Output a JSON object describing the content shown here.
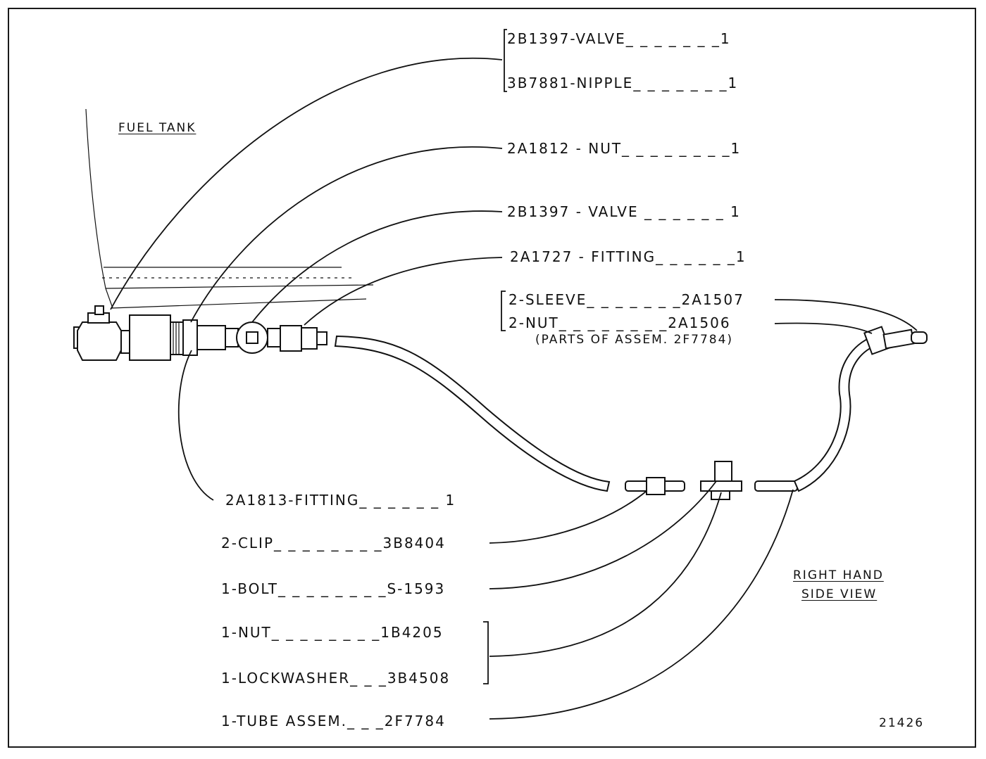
{
  "diagram": {
    "fuel_tank_label": "FUEL TANK",
    "view_label_line1": "RIGHT HAND",
    "view_label_line2": "SIDE VIEW",
    "figure_number": "21426",
    "callouts": {
      "valve_top": "2B1397-VALVE_ _ _ _ _ _ _1",
      "nipple": "3B7881-NIPPLE_ _ _ _ _ _ _1",
      "nut": "2A1812 - NUT_ _ _ _ _ _ _ _1",
      "valve_mid": "2B1397 - VALVE _ _ _ _ _ _ 1",
      "fitting_top": "2A1727 - FITTING_ _ _ _ _ _1",
      "sleeve": "2-SLEEVE_ _ _ _ _ _ _2A1507",
      "nut_2": "2-NUT_ _ _ _ _ _ _ _2A1506",
      "parts_of": "(PARTS OF ASSEM. 2F7784)",
      "fitting_low": "2A1813-FITTING_ _ _ _ _ _ 1",
      "clip": "2-CLIP_ _ _ _ _ _ _ _3B8404",
      "bolt": "1-BOLT_ _ _ _ _ _ _ _S-1593",
      "nut_1": "1-NUT_ _ _ _ _ _ _ _1B4205",
      "lockwasher": "1-LOCKWASHER_ _ _3B4508",
      "tube_assem": "1-TUBE ASSEM._ _ _2F7784"
    }
  }
}
